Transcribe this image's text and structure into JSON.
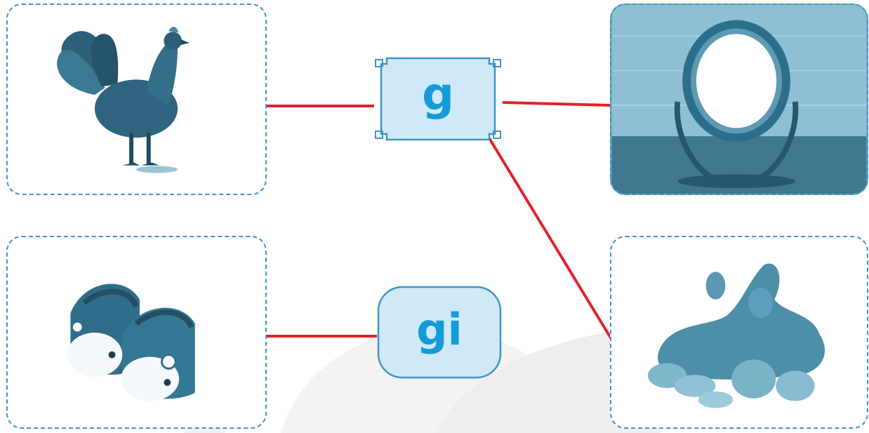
{
  "letters": {
    "g": "g",
    "gi": "gi"
  },
  "pictures": {
    "top_left": "rooster",
    "bottom_left": "shoes",
    "top_right": "mirror",
    "bottom_right": "ginger"
  },
  "connections": [
    {
      "from": "rooster",
      "to": "g"
    },
    {
      "from": "g",
      "to": "mirror"
    },
    {
      "from": "g",
      "to": "ginger"
    },
    {
      "from": "shoes",
      "to": "gi"
    }
  ],
  "colors": {
    "frame": "#3d95c6",
    "letter": "#159bd7",
    "box_fill": "#cfe9f8",
    "line": "#e4202a",
    "picture_tint": "#2c6f8c"
  }
}
